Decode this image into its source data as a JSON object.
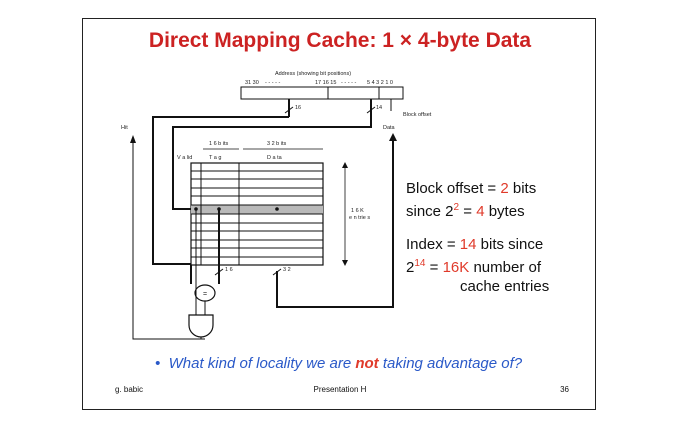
{
  "title": "Direct Mapping Cache: 1 × 4-byte Data",
  "diagram": {
    "address_label": "Address (showing bit positions)",
    "bit_positions": [
      "31 30",
      "- - - - -",
      "17 16 15",
      "- - - - -",
      "5 4 3  2 1 0"
    ],
    "tag_width": "16",
    "index_width": "14",
    "block_offset_label": "Block offset",
    "hit_label": "Hit",
    "data_label": "Data",
    "tag_bits_label": "1 6  b its",
    "data_bits_label": "3 2  b its",
    "valid_col": "V a lid",
    "tag_col": "T a g",
    "data_col": "D a ta",
    "entries_label_1": "1 6 K",
    "entries_label_2": "e n trie s",
    "compare_width": "1 6",
    "data_width": "3 2",
    "comparator_symbol": "="
  },
  "rhs": {
    "p1_a": "Block offset = ",
    "p1_val": "2",
    "p1_b": " bits",
    "p1_c": "since 2",
    "p1_exp": "2",
    "p1_d": " = ",
    "p1_val2": "4",
    "p1_e": " bytes",
    "p2_a": "Index = ",
    "p2_val": "14",
    "p2_b": " bits since",
    "p2_c": "2",
    "p2_exp": "14",
    "p2_d": " = ",
    "p2_val2": "16K",
    "p2_e": " number of",
    "p2_f": "cache entries"
  },
  "question": {
    "bullet": "•",
    "text_a": "What kind of locality we are ",
    "text_not": "not",
    "text_b": " taking advantage of?"
  },
  "footer": {
    "author": "g. babic",
    "presentation": "Presentation H",
    "page": "36"
  },
  "colors": {
    "title": "#cc2222",
    "highlight": "#e03a2a",
    "question": "#2a59c8"
  }
}
